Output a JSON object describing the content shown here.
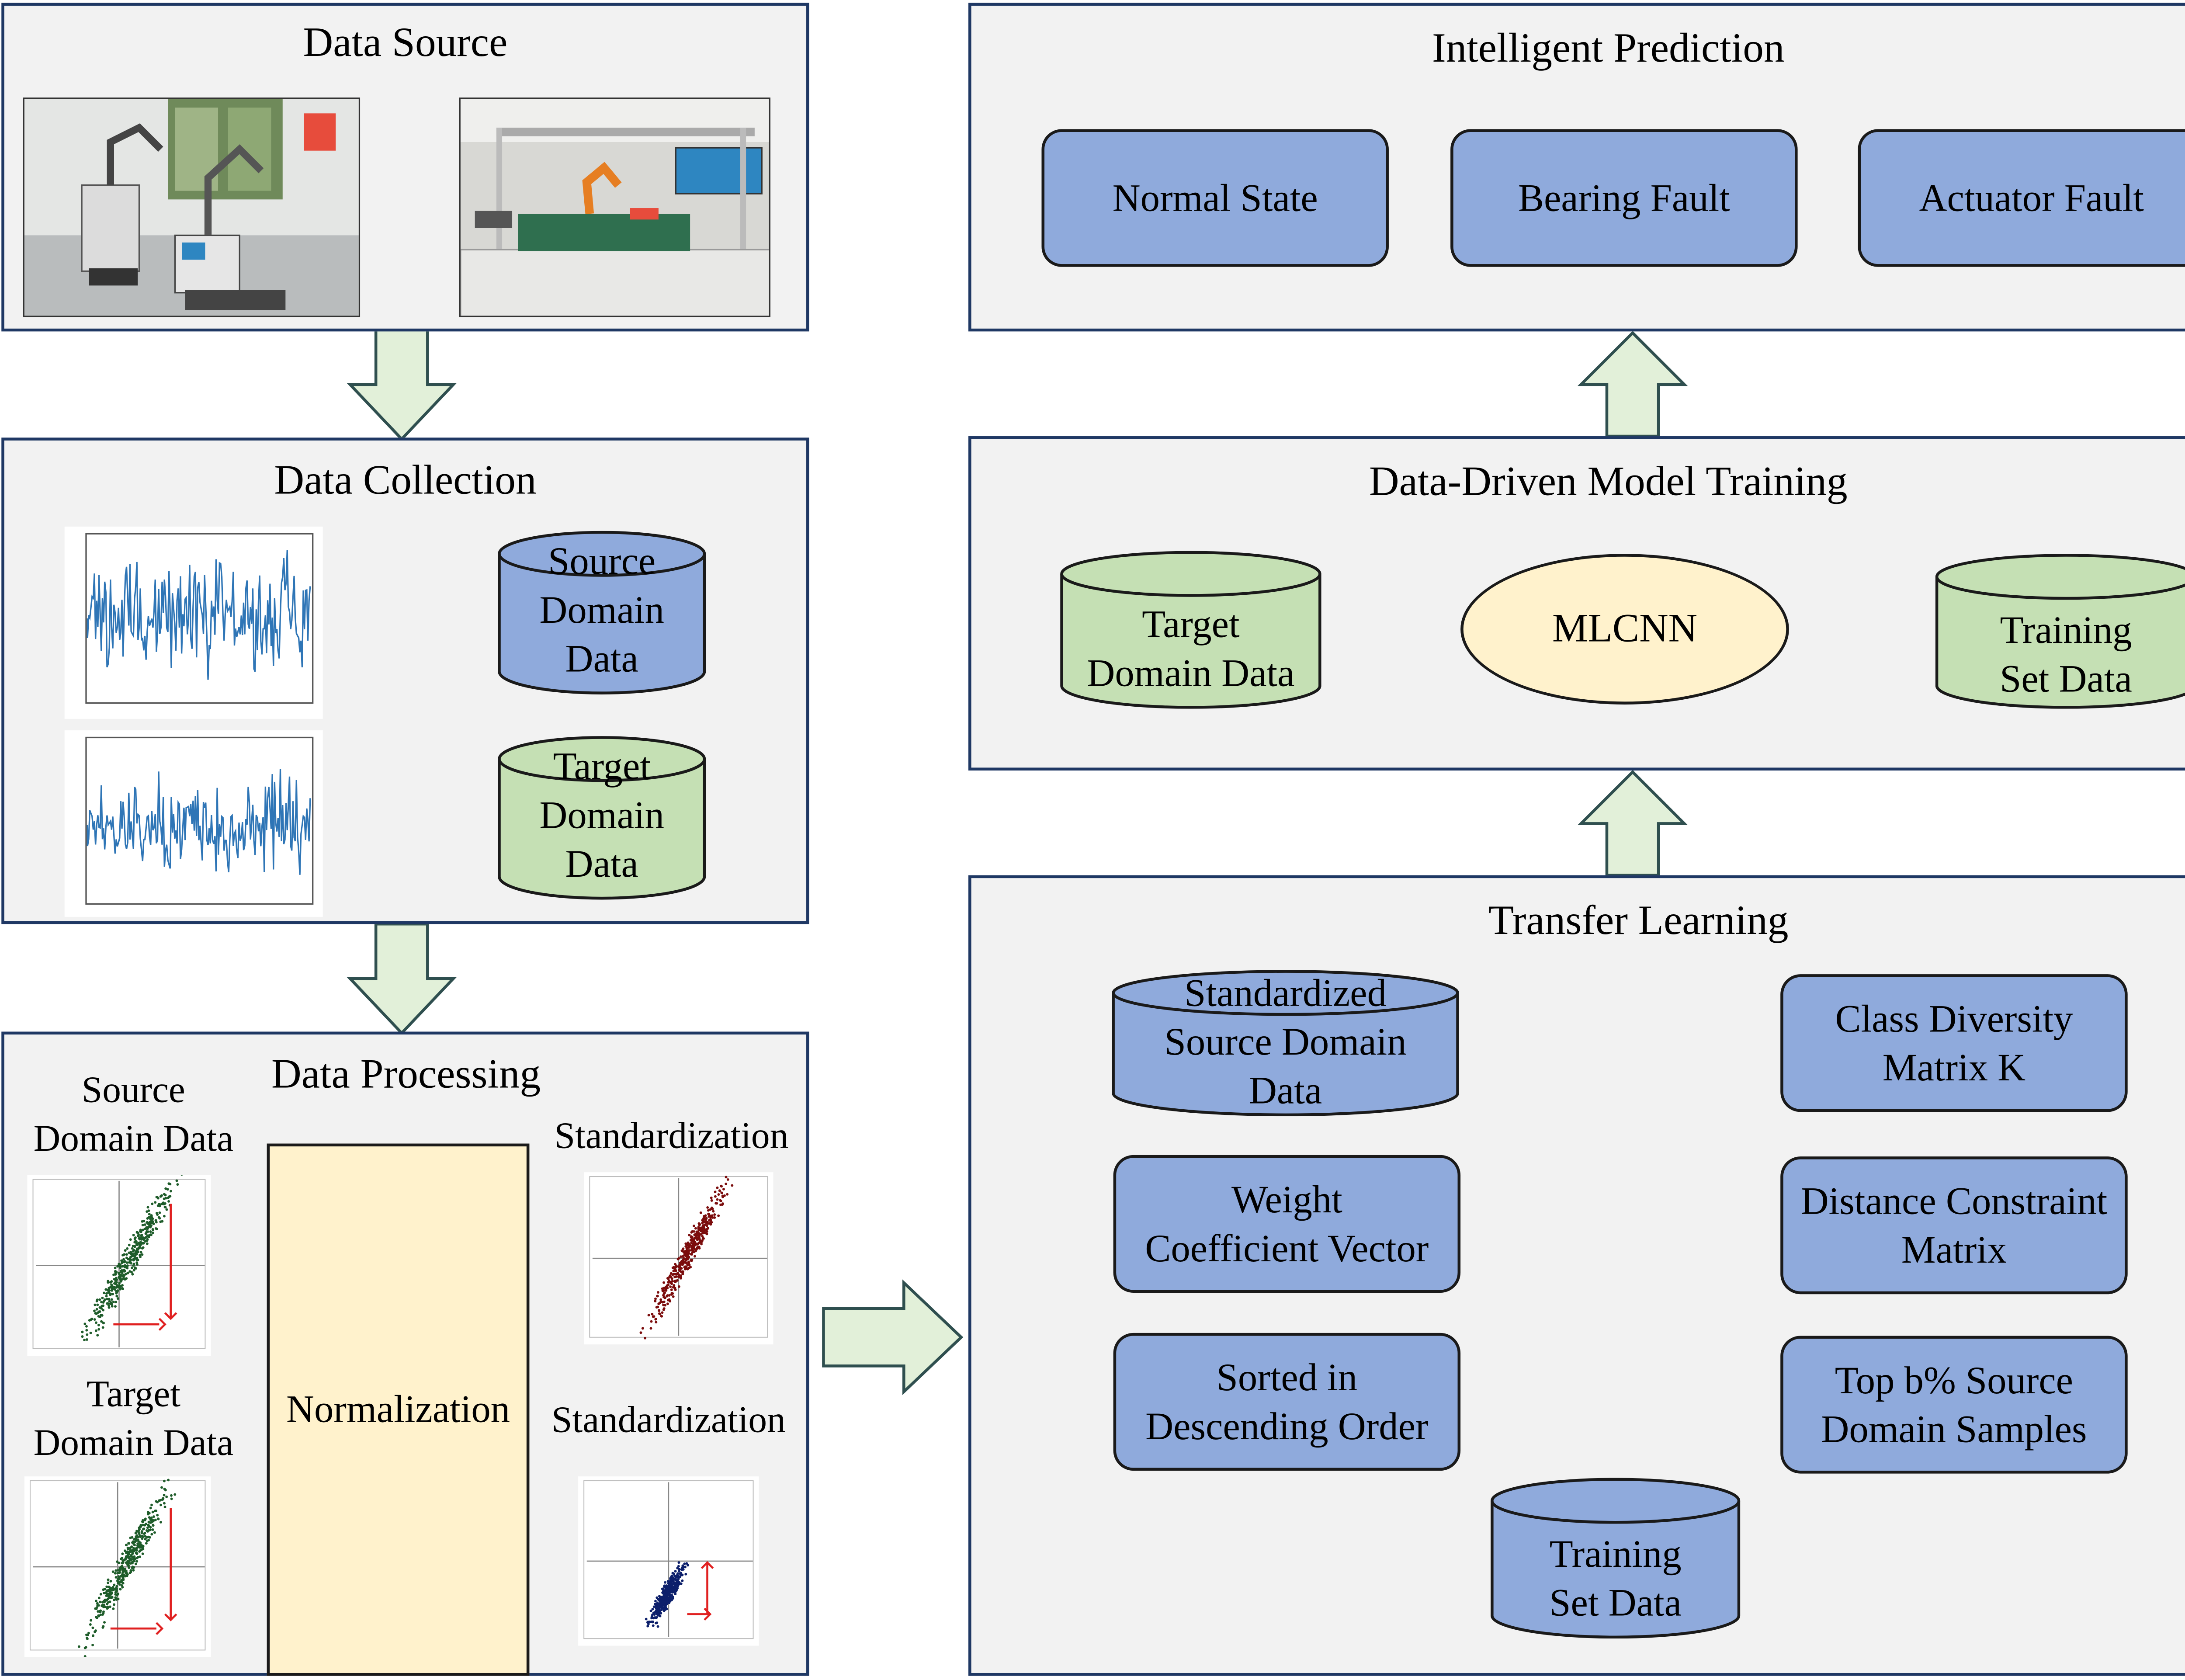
{
  "panels": {
    "data_source": {
      "title": "Data Source"
    },
    "data_collection": {
      "title": "Data Collection",
      "source_db": [
        "Source",
        "Domain",
        "Data"
      ],
      "target_db": [
        "Target",
        "Domain",
        "Data"
      ]
    },
    "data_processing": {
      "title": "Data Processing",
      "source_label": [
        "Source",
        "Domain Data"
      ],
      "target_label": [
        "Target",
        "Domain Data"
      ],
      "normalization": "Normalization",
      "standardization_top": "Standardization",
      "standardization_bottom": "Standardization"
    },
    "intelligent_prediction": {
      "title": "Intelligent Prediction",
      "classes": [
        "Normal State",
        "Bearing Fault",
        "Actuator Fault"
      ]
    },
    "model_training": {
      "title": "Data-Driven Model Training",
      "target_db": [
        "Target",
        "Domain Data"
      ],
      "model": "MLCNN",
      "training_db": [
        "Training",
        "Set Data"
      ]
    },
    "transfer_learning": {
      "title": "Transfer Learning",
      "std_source_db": [
        "Standardized",
        "Source Domain",
        "Data"
      ],
      "class_diversity": [
        "Class Diversity",
        "Matrix K"
      ],
      "distance_constraint": [
        "Distance Constraint",
        "Matrix"
      ],
      "weight_vector": [
        "Weight",
        "Coefficient Vector"
      ],
      "sorted": [
        "Sorted in",
        "Descending Order"
      ],
      "top_samples": [
        "Top b% Source",
        "Domain Samples"
      ],
      "training_db": [
        "Training",
        "Set Data"
      ]
    }
  },
  "colors": {
    "panel_bg": "#f2f2f2",
    "panel_border": "#1f3864",
    "blue_box": "#8faadc",
    "green_db": "#c5e0b4",
    "yellow_arrow": "#fff2cc",
    "green_arrow": "#e2f0d9",
    "signal": "#2e75b6",
    "connector": "#4472c4"
  }
}
